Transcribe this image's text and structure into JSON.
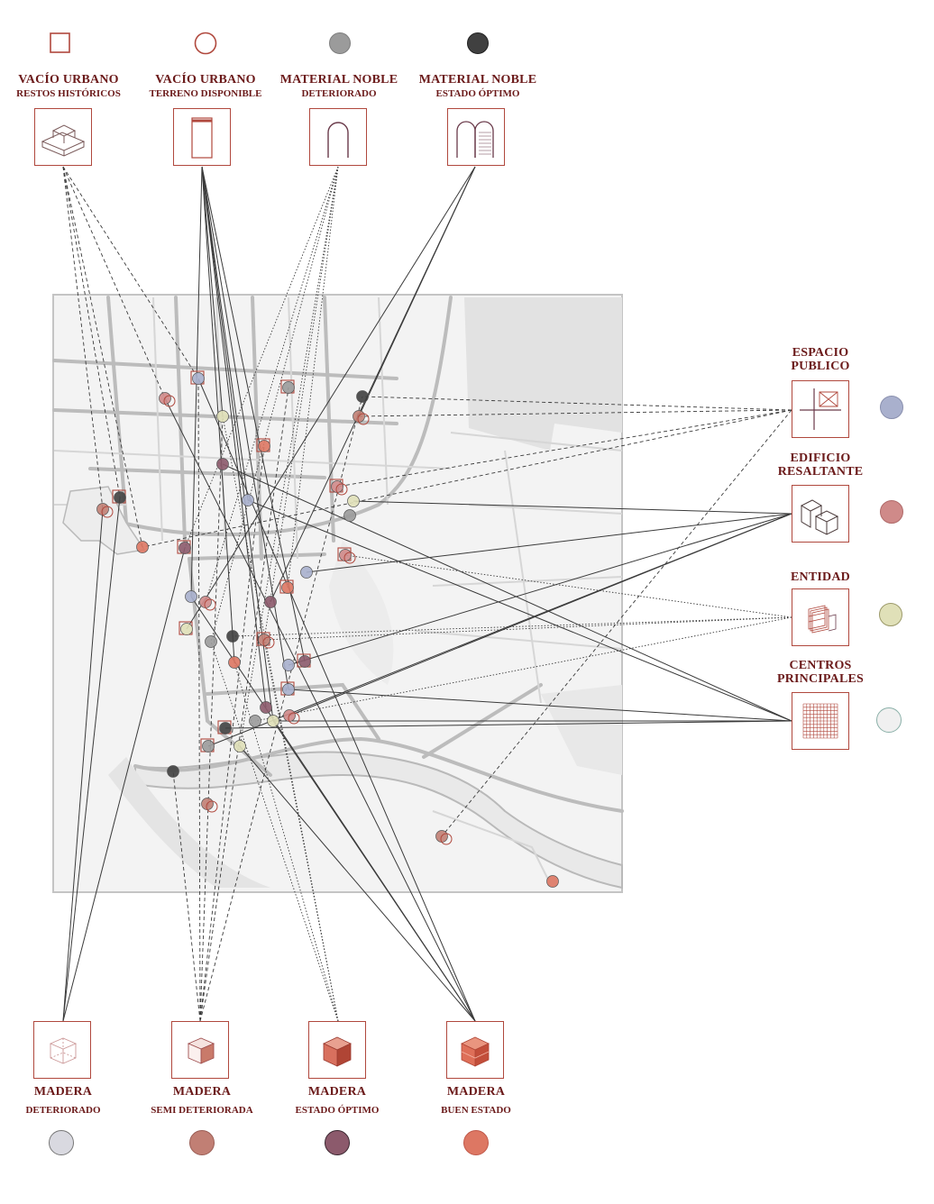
{
  "colors": {
    "label": "#6b1a1a",
    "accent": "#b0483d",
    "map_bg": "#f1f1f1",
    "map_border": "#c9c9c9",
    "road": "#b8b8b8"
  },
  "top_legend": [
    {
      "id": "vacio-historicos",
      "line1": "VACÍO URBANO",
      "line2": "RESTOS HISTÓRICOS",
      "marker": "square-outline",
      "marker_color": "#b0483d",
      "icon": "box-on-slab-icon"
    },
    {
      "id": "vacio-terreno",
      "line1": "VACÍO URBANO",
      "line2": "TERRENO DISPONIBLE",
      "marker": "circle-outline",
      "marker_color": "#b0483d",
      "icon": "door-frame-icon"
    },
    {
      "id": "noble-deteriorado",
      "line1": "MATERIAL NOBLE",
      "line2": "DETERIORADO",
      "marker": "circle-fill",
      "marker_color": "#9a9a9a",
      "icon": "arch-icon"
    },
    {
      "id": "noble-optimo",
      "line1": "MATERIAL NOBLE",
      "line2": "ESTADO ÓPTIMO",
      "marker": "circle-fill",
      "marker_color": "#404040",
      "icon": "double-arch-icon"
    }
  ],
  "right_legend": [
    {
      "id": "espacio-publico",
      "line1": "ESPACIO",
      "line2": "PUBLICO",
      "swatch": "#a9b0cd",
      "swatch_border": "#8a90ae",
      "icon": "crossed-square-icon"
    },
    {
      "id": "edificio-resaltante",
      "line1": "EDIFICIO",
      "line2": "RESALTANTE",
      "swatch": "#cf8a89",
      "swatch_border": "#b06a69",
      "icon": "two-cubes-icon"
    },
    {
      "id": "entidad",
      "line1": "ENTIDAD",
      "line2": "",
      "swatch": "#e0e0b8",
      "swatch_border": "#9c9a6a",
      "icon": "stacked-sheets-icon"
    },
    {
      "id": "centros-principales",
      "line1": "CENTROS",
      "line2": "PRINCIPALES",
      "swatch": "#f0f0f0",
      "swatch_border": "#8ab0a8",
      "icon": "grid-icon"
    }
  ],
  "bottom_legend": [
    {
      "id": "madera-deteriorado",
      "line1": "MADERA",
      "line2": "DETERIORADO",
      "swatch": "#d9d9e0",
      "swatch_border": "#777",
      "icon": "wire-cube-icon"
    },
    {
      "id": "madera-semi",
      "line1": "MADERA",
      "line2": "SEMI DETERIORADA",
      "swatch": "#c17f74",
      "swatch_border": "#9a5e55",
      "icon": "half-cube-icon"
    },
    {
      "id": "madera-optimo",
      "line1": "MADERA",
      "line2": "ESTADO ÓPTIMO",
      "swatch": "#8c5a6c",
      "swatch_border": "#3a2730",
      "icon": "solid-cube-icon"
    },
    {
      "id": "madera-buen",
      "line1": "MADERA",
      "line2": "BUEN ESTADO",
      "swatch": "#dd7763",
      "swatch_border": "#c0594a",
      "icon": "filled-cube-icon"
    }
  ]
}
